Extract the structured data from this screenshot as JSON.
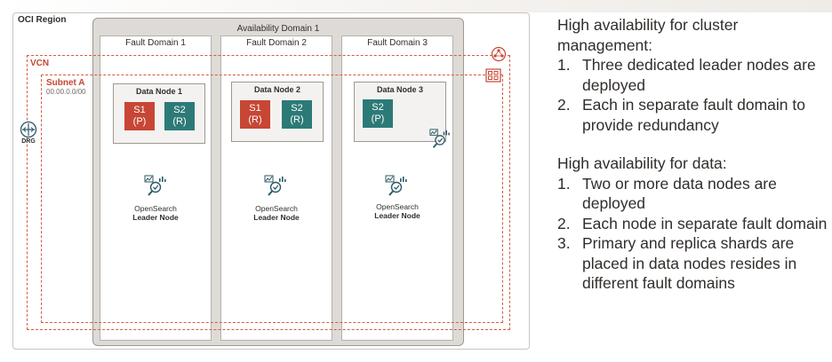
{
  "diagram": {
    "region_label": "OCI Region",
    "availability_domain_label": "Availability Domain 1",
    "fault_domains": [
      "Fault Domain 1",
      "Fault Domain 2",
      "Fault Domain 3"
    ],
    "vcn_label": "VCN",
    "subnet_label": "Subnet A",
    "subnet_cidr": "00.00.0.0/00",
    "drg_label": "DRG",
    "data_nodes": [
      {
        "label": "Data Node 1",
        "shards": [
          {
            "name": "S1",
            "role": "(P)",
            "kind": "primary"
          },
          {
            "name": "S2",
            "role": "(R)",
            "kind": "replica"
          }
        ]
      },
      {
        "label": "Data Node 2",
        "shards": [
          {
            "name": "S1",
            "role": "(R)",
            "kind": "primary"
          },
          {
            "name": "S2",
            "role": "(R)",
            "kind": "replica"
          }
        ]
      },
      {
        "label": "Data Node 3",
        "shards": [
          {
            "name": "S2",
            "role": "(P)",
            "kind": "replica"
          }
        ]
      }
    ],
    "leader_nodes": [
      {
        "line1": "OpenSearch",
        "line2": "Leader Node"
      },
      {
        "line1": "OpenSearch",
        "line2": "Leader Node"
      },
      {
        "line1": "OpenSearch",
        "line2": "Leader Node"
      }
    ],
    "icons": [
      "drg-icon",
      "opensearch-icon",
      "vcn-icon",
      "subnet-icon"
    ]
  },
  "colors": {
    "primary_shard": "#c74634",
    "replica_shard": "#2c7a77",
    "network_dashed": "#d15e3f",
    "icon_teal": "#2c5967"
  },
  "notes": {
    "cluster_heading": "High availability for cluster management:",
    "cluster_items": [
      {
        "num": "1.",
        "text": "Three dedicated leader nodes are deployed"
      },
      {
        "num": "2.",
        "text": "Each in separate fault domain to provide redundancy"
      }
    ],
    "data_heading": "High availability for data:",
    "data_items": [
      {
        "num": "1.",
        "text": "Two or more data nodes are deployed"
      },
      {
        "num": "2.",
        "text": "Each node in separate fault domain"
      },
      {
        "num": "3.",
        "text": "Primary and replica shards are placed in data nodes resides in different fault domains"
      }
    ]
  }
}
